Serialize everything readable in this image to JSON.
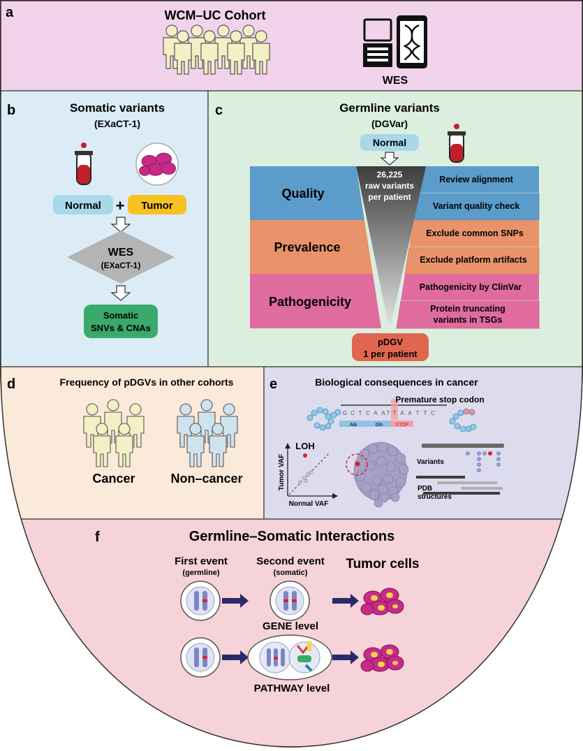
{
  "panel_a": {
    "letter": "a",
    "title": "WCM–UC Cohort",
    "wes_label": "WES"
  },
  "panel_b": {
    "letter": "b",
    "title": "Somatic variants",
    "subtitle": "(EXaCT-1)",
    "normal_label": "Normal",
    "plus_sign": "+",
    "tumor_label": "Tumor",
    "wes_title": "WES",
    "wes_subtitle": "(EXaCT-1)",
    "result_line1": "Somatic",
    "result_line2": "SNVs & CNAs"
  },
  "panel_c": {
    "letter": "c",
    "title": "Germline variants",
    "subtitle": "(DGVar)",
    "normal_label": "Normal",
    "funnel_count": "26,225",
    "funnel_line2": "raw variants",
    "funnel_line3": "per patient",
    "stages": [
      {
        "name": "Quality",
        "color": "#5b9ccb",
        "steps": [
          "Review alignment",
          "Variant quality check"
        ]
      },
      {
        "name": "Prevalence",
        "color": "#e9936a",
        "steps": [
          "Exclude common SNPs",
          "Exclude platform artifacts"
        ]
      },
      {
        "name": "Pathogenicity",
        "color": "#e06c9f",
        "steps": [
          "Pathogenicity by ClinVar",
          "Protein truncating",
          "variants in TSGs"
        ]
      }
    ],
    "result_line1": "pDGV",
    "result_line2": "1 per patient"
  },
  "panel_d": {
    "letter": "d",
    "title": "Frequency of pDGVs in other cohorts",
    "group1": "Cancer",
    "group2": "Non–cancer"
  },
  "panel_e": {
    "letter": "e",
    "title": "Biological consequences in cancer",
    "stop_label": "Premature stop codon",
    "sequence": [
      "G",
      "C",
      "T",
      "C",
      "A",
      "A",
      "T",
      "T",
      "A",
      "A",
      "T",
      "T",
      "C"
    ],
    "codons": [
      "Ala",
      "Gln",
      "STOP"
    ],
    "loh_label": "LOH",
    "y_axis": "Tumor VAF",
    "x_axis": "Normal VAF",
    "variants_label": "Variants",
    "pdb_line1": "PDB",
    "pdb_line2": "structures"
  },
  "panel_f": {
    "letter": "f",
    "title": "Germline–Somatic Interactions",
    "first_event": "First event",
    "first_event_sub": "(germline)",
    "second_event": "Second event",
    "second_event_sub": "(somatic)",
    "tumor_cells": "Tumor cells",
    "gene_level": "GENE level",
    "pathway_level": "PATHWAY level"
  },
  "colors": {
    "panel_a_bg": "#f1d3ec",
    "panel_b_bg": "#dcecf7",
    "panel_c_bg": "#dcefde",
    "panel_d_bg": "#fbe9d9",
    "panel_e_bg": "#dcdcee",
    "panel_f_bg": "#f6d3d8",
    "normal_box": "#a8d8ea",
    "tumor_box": "#f6c223",
    "wes_diamond": "#b4b4b4",
    "somatic_box": "#3aaa6a",
    "pdgv_box": "#e06650",
    "tumor_cell": "#c82a89"
  }
}
